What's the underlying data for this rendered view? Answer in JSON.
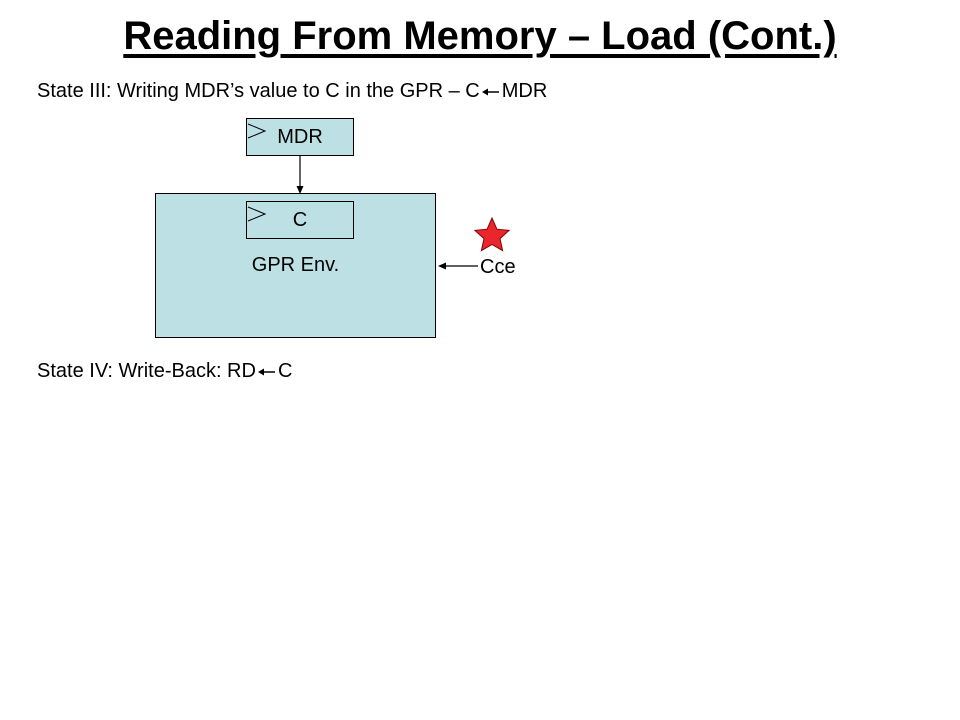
{
  "title": "Reading From Memory – Load (Cont.)",
  "state3": {
    "prefix": "State III: Writing MDR’s value to C in the GPR – C",
    "suffix": "MDR"
  },
  "state4": {
    "prefix": "State IV: Write-Back: RD",
    "suffix": "C"
  },
  "diagram": {
    "mdr_label": "MDR",
    "c_label": "C",
    "gpr_label": "GPR Env.",
    "signal_label": "Cce",
    "colors": {
      "register_fill": "#bde0e4",
      "star_fill": "#e8262c"
    },
    "icons": [
      "clock-edge-icon",
      "star-icon",
      "left-arrow-icon"
    ]
  }
}
